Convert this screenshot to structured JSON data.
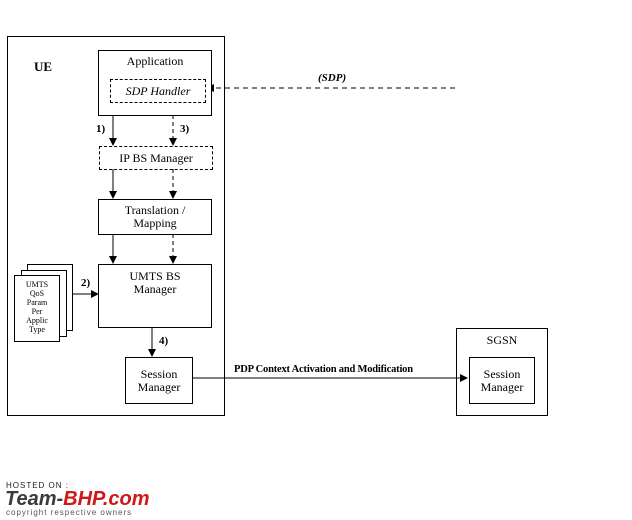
{
  "ue": {
    "label": "UE",
    "application": "Application",
    "sdp_handler": "SDP Handler",
    "ip_bs_manager": "IP BS Manager",
    "translation_line1": "Translation /",
    "translation_line2": "Mapping",
    "umts_bs_line1": "UMTS BS",
    "umts_bs_line2": "Manager",
    "session_line1": "Session",
    "session_line2": "Manager",
    "qos_doc": [
      "UMTS",
      "QoS",
      "Param",
      "Per",
      "Applic",
      "Type"
    ]
  },
  "sgsn": {
    "label": "SGSN",
    "session_line1": "Session",
    "session_line2": "Manager"
  },
  "labels": {
    "sdp": "(SDP)",
    "step1": "1)",
    "step2": "2)",
    "step3": "3)",
    "step4": "4)",
    "pdp": "PDP Context Activation and Modification"
  },
  "watermark": {
    "hosted": "HOSTED ON :",
    "team": "Team-",
    "bhp": "BHP",
    "dotcom": ".com",
    "copyright": "copyright respective owners"
  }
}
